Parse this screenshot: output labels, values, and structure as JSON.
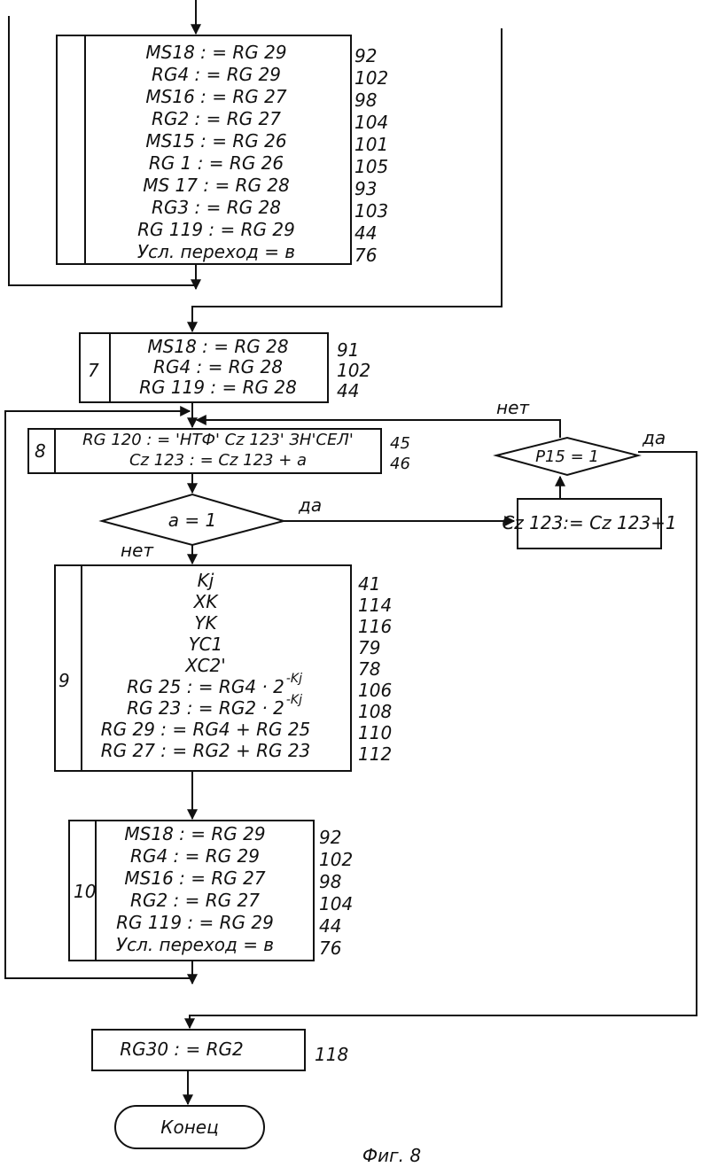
{
  "block_a": {
    "rows": [
      {
        "text": "MS18 : = RG 29",
        "ref": "92"
      },
      {
        "text": "RG4 : = RG 29",
        "ref": "102"
      },
      {
        "text": "MS16 : = RG 27",
        "ref": "98"
      },
      {
        "text": "RG2 : = RG 27",
        "ref": "104"
      },
      {
        "text": "MS15 : = RG 26",
        "ref": "101"
      },
      {
        "text": "RG 1 : = RG 26",
        "ref": "105"
      },
      {
        "text": "MS 17 : = RG 28",
        "ref": "93"
      },
      {
        "text": "RG3 : = RG 28",
        "ref": "103"
      },
      {
        "text": "RG 119 : = RG 29",
        "ref": "44"
      },
      {
        "text": "Усл. переход = в",
        "ref": "76"
      }
    ]
  },
  "block7": {
    "num": "7",
    "rows": [
      {
        "text": "MS18 : = RG 28",
        "ref": "91"
      },
      {
        "text": "RG4 : = RG 28",
        "ref": "102"
      },
      {
        "text": "RG 119 : = RG 28",
        "ref": "44"
      }
    ]
  },
  "block8": {
    "num": "8",
    "rows": [
      {
        "text": "RG 120 : = 'НТФ' Cz 123' ЗН'СЕЛ'",
        "ref": "45"
      },
      {
        "text": "Cz 123 : = Cz 123 + a",
        "ref": "46"
      }
    ]
  },
  "decision_a": {
    "text": "a = 1",
    "yes": "да",
    "no": "нет"
  },
  "decision_p15": {
    "text": "P15 = 1",
    "yes": "да",
    "no": "нет"
  },
  "cz_block": {
    "text": "Cz 123:= Cz 123+1"
  },
  "block9": {
    "num": "9",
    "rows": [
      {
        "text": "Kj",
        "ref": "41"
      },
      {
        "text": "XK",
        "ref": "114"
      },
      {
        "text": "YK",
        "ref": "116"
      },
      {
        "text": "YC1",
        "ref": "79"
      },
      {
        "text": "XC2'",
        "ref": "78"
      },
      {
        "text": "RG 25 : = RG4 · 2",
        "sup": "-Kj",
        "ref": "106"
      },
      {
        "text": "RG 23 : = RG2 · 2",
        "sup": "-Kj",
        "ref": "108"
      },
      {
        "text": "RG 29 : = RG4 + RG 25",
        "ref": "110"
      },
      {
        "text": "RG 27 : = RG2 + RG 23",
        "ref": "112"
      }
    ]
  },
  "block10": {
    "num": "10",
    "rows": [
      {
        "text": "MS18 : = RG 29",
        "ref": "92"
      },
      {
        "text": "RG4 : = RG 29",
        "ref": "102"
      },
      {
        "text": "MS16 : = RG 27",
        "ref": "98"
      },
      {
        "text": "RG2 : = RG 27",
        "ref": "104"
      },
      {
        "text": "RG 119 : = RG 29",
        "ref": "44"
      },
      {
        "text": "Усл. переход = в",
        "ref": "76"
      }
    ]
  },
  "block_rg30": {
    "text": "RG30 : = RG2",
    "ref": "118"
  },
  "end_block": {
    "text": "Конец"
  },
  "caption": "Фиг. 8"
}
